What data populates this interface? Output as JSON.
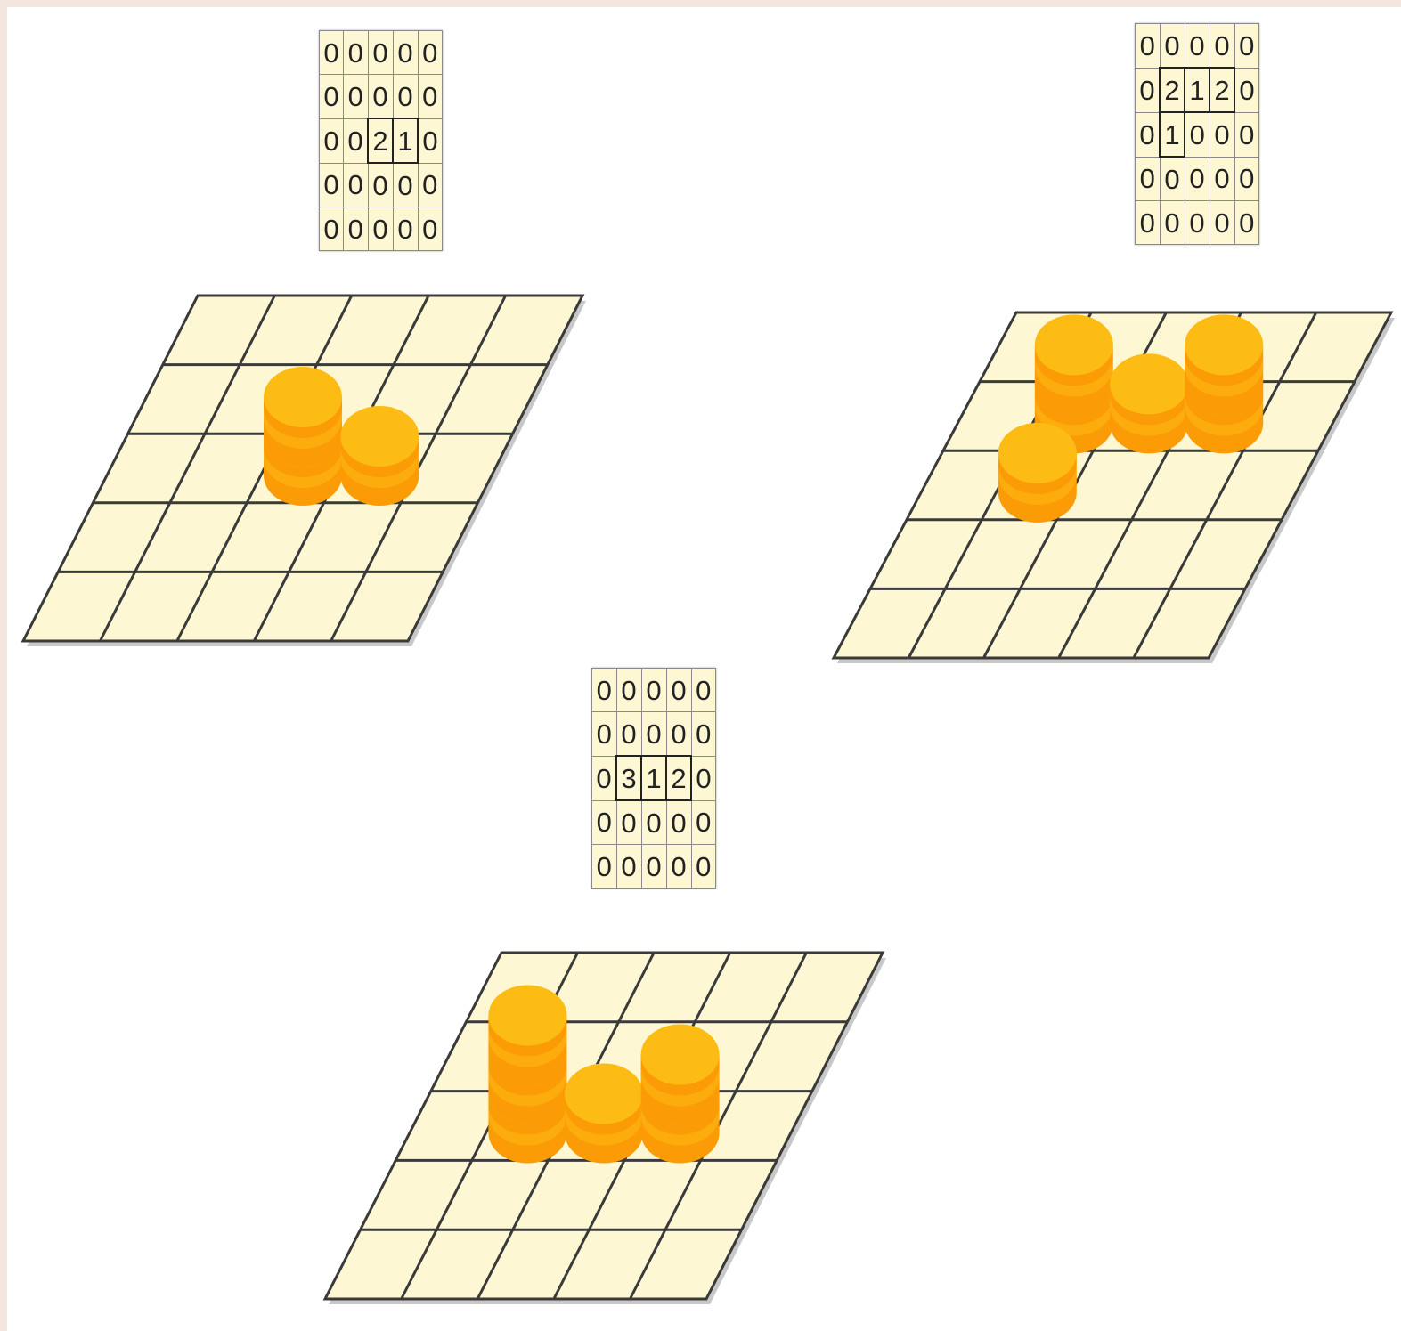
{
  "colors": {
    "page_border": "#f3e6df",
    "grid_fill": "#fdf7d3",
    "grid_line": "#3a3a3a",
    "coin_light": "#fdbc14",
    "coin_dark": "#fb9c06",
    "matrix_fill": "#fdf7d3"
  },
  "panels": [
    {
      "id": "top-left",
      "matrix": [
        [
          0,
          0,
          0,
          0,
          0
        ],
        [
          0,
          0,
          0,
          0,
          0
        ],
        [
          0,
          0,
          2,
          1,
          0
        ],
        [
          0,
          0,
          0,
          0,
          0
        ],
        [
          0,
          0,
          0,
          0,
          0
        ]
      ],
      "highlighted_cells": [
        [
          2,
          2
        ],
        [
          2,
          3
        ]
      ]
    },
    {
      "id": "top-right",
      "matrix": [
        [
          0,
          0,
          0,
          0,
          0
        ],
        [
          0,
          2,
          1,
          2,
          0
        ],
        [
          0,
          1,
          0,
          0,
          0
        ],
        [
          0,
          0,
          0,
          0,
          0
        ],
        [
          0,
          0,
          0,
          0,
          0
        ]
      ],
      "highlighted_cells": [
        [
          1,
          1
        ],
        [
          1,
          2
        ],
        [
          1,
          3
        ],
        [
          2,
          1
        ]
      ]
    },
    {
      "id": "bottom",
      "matrix": [
        [
          0,
          0,
          0,
          0,
          0
        ],
        [
          0,
          0,
          0,
          0,
          0
        ],
        [
          0,
          3,
          1,
          2,
          0
        ],
        [
          0,
          0,
          0,
          0,
          0
        ],
        [
          0,
          0,
          0,
          0,
          0
        ]
      ],
      "highlighted_cells": [
        [
          2,
          1
        ],
        [
          2,
          2
        ],
        [
          2,
          3
        ]
      ]
    }
  ]
}
